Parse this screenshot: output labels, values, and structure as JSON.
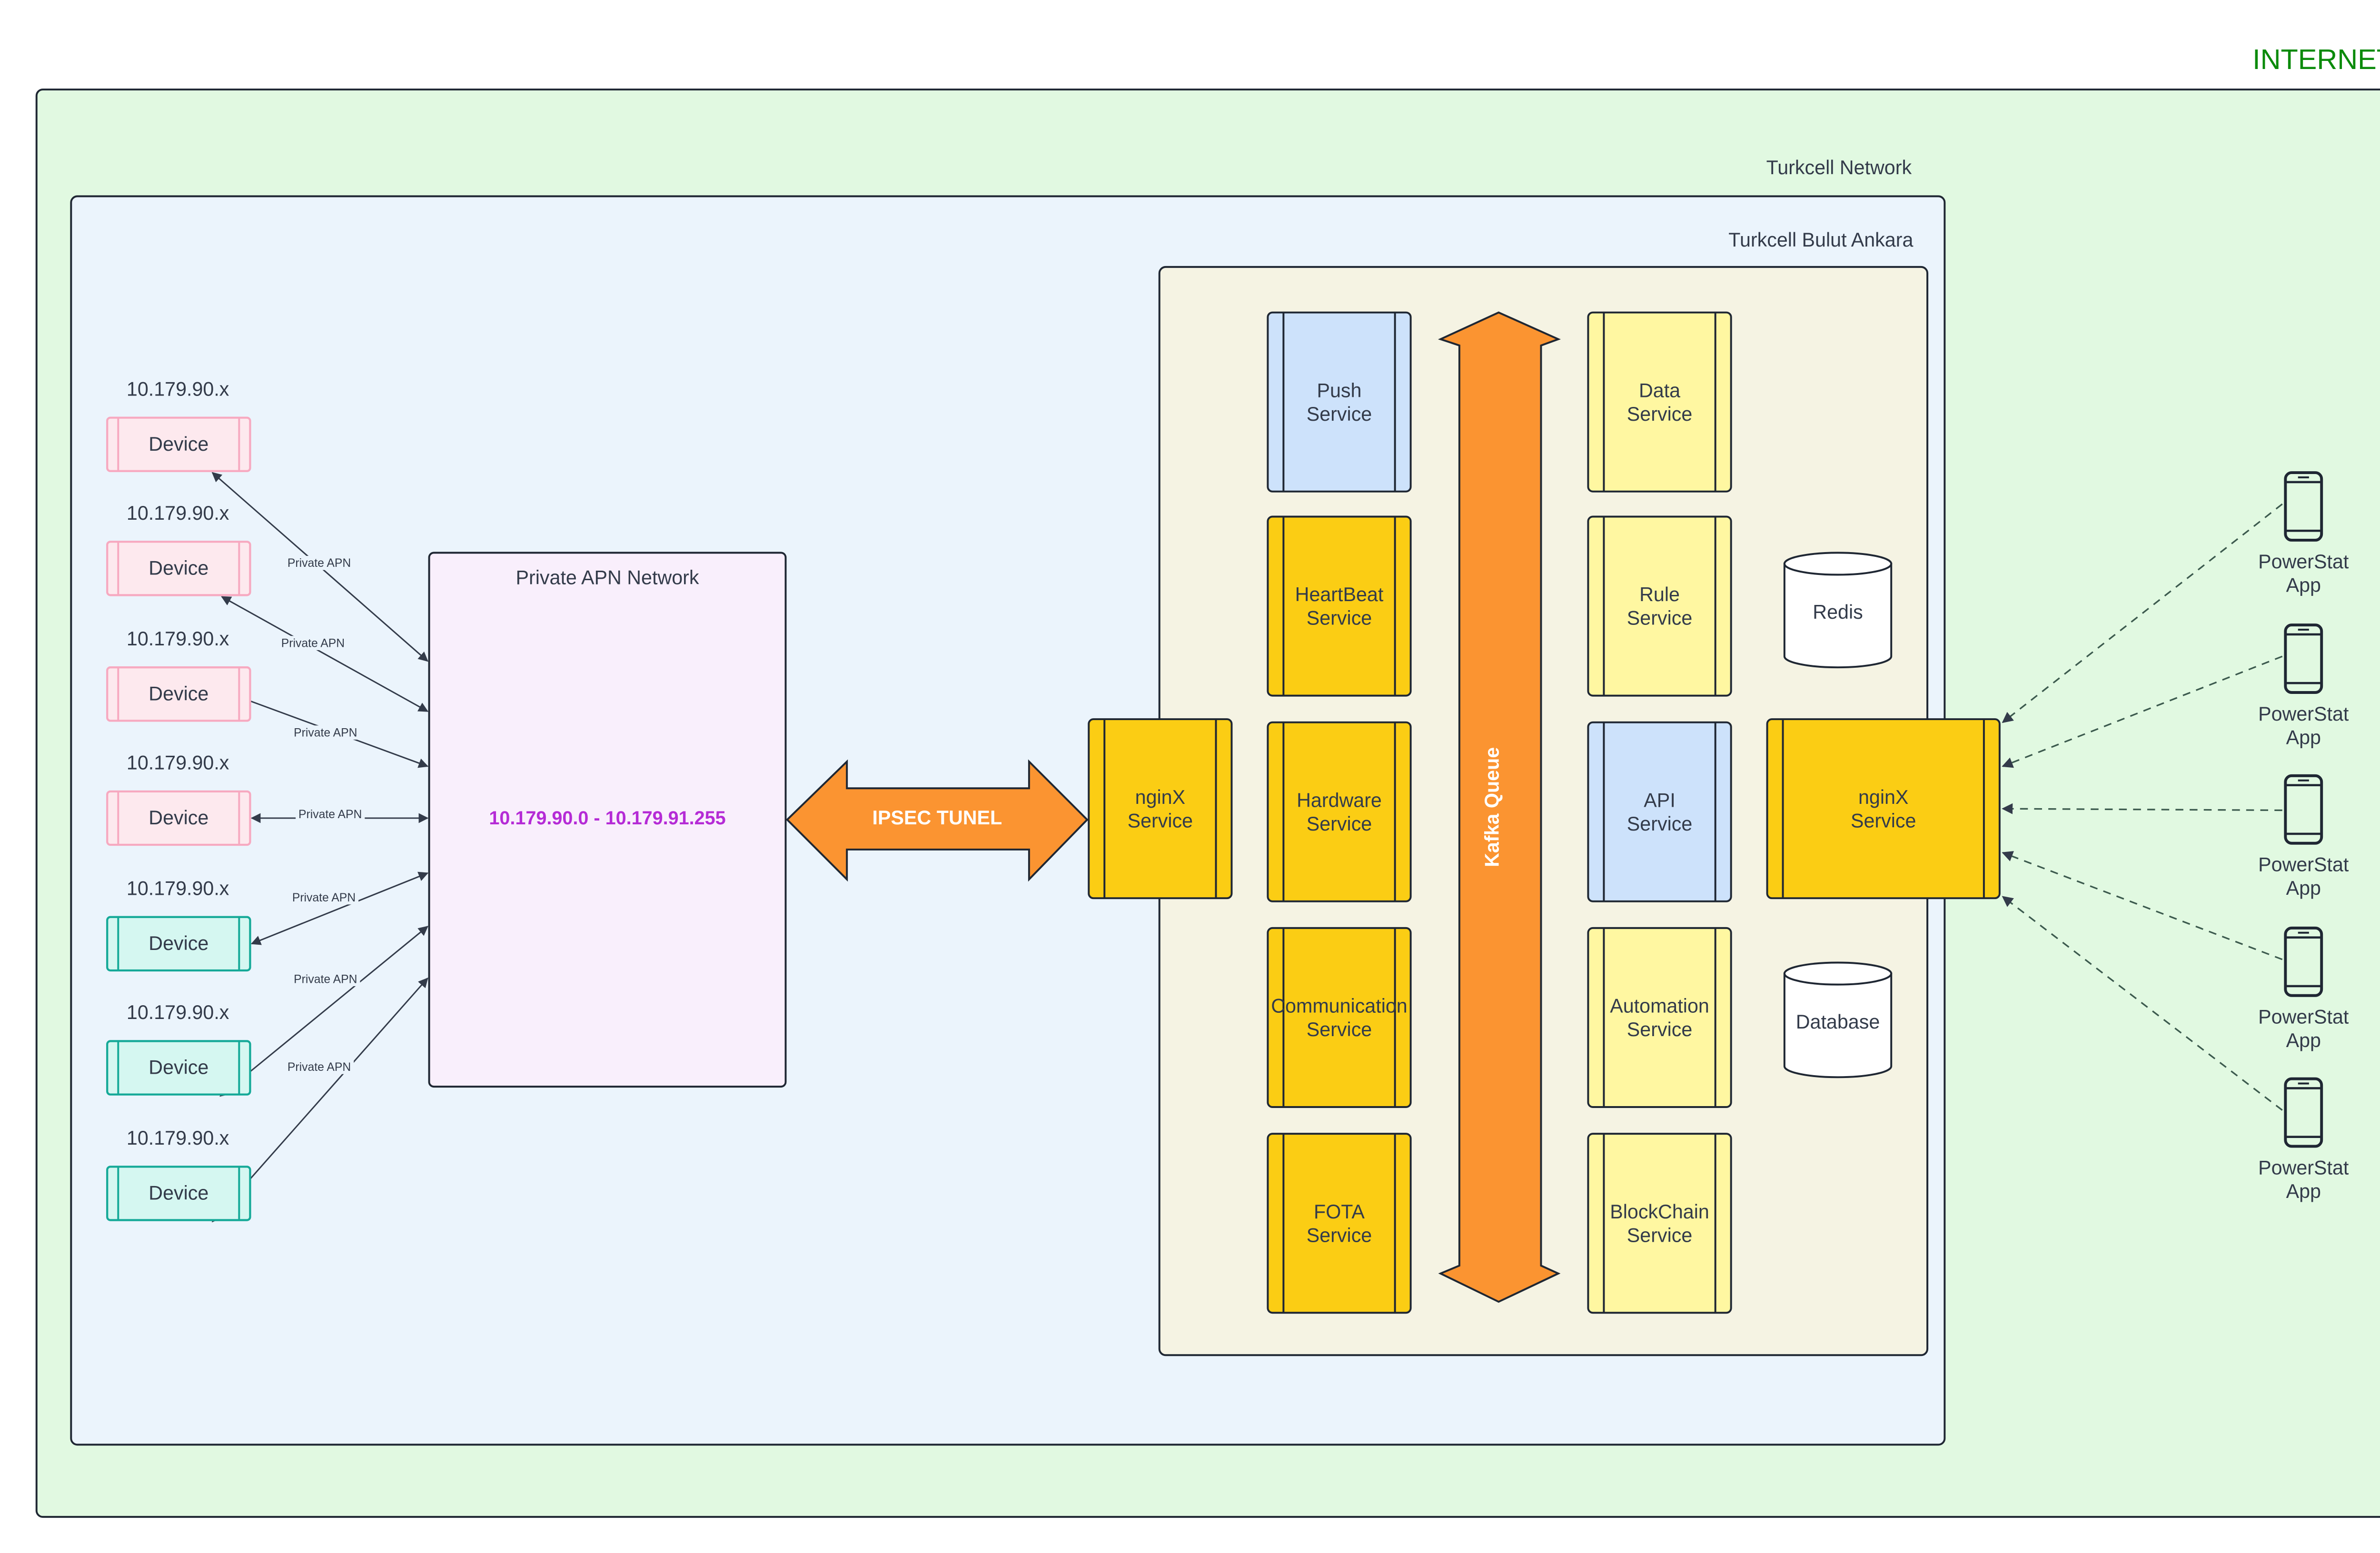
{
  "zones": {
    "internet": "INTERNET",
    "turkcell_network": "Turkcell Network",
    "turkcell_bulut": "Turkcell Bulut Ankara",
    "private_apn": "Private APN Network"
  },
  "apn_range": "10.179.90.0 - 10.179.91.255",
  "ipsec_label": "IPSEC TUNEL",
  "kafka_label": "Kafka Queue",
  "devices": [
    {
      "ip": "10.179.90.x",
      "label": "Device",
      "link": "Private APN",
      "color": "pink"
    },
    {
      "ip": "10.179.90.x",
      "label": "Device",
      "link": "Private APN",
      "color": "pink"
    },
    {
      "ip": "10.179.90.x",
      "label": "Device",
      "link": "Private APN",
      "color": "pink"
    },
    {
      "ip": "10.179.90.x",
      "label": "Device",
      "link": "Private APN",
      "color": "pink"
    },
    {
      "ip": "10.179.90.x",
      "label": "Device",
      "link": "Private APN",
      "color": "teal"
    },
    {
      "ip": "10.179.90.x",
      "label": "Device",
      "link": "Private APN",
      "color": "teal"
    },
    {
      "ip": "10.179.90.x",
      "label": "Device",
      "link": "Private APN",
      "color": "teal"
    }
  ],
  "left_services": [
    {
      "lines": [
        "Push",
        "Service"
      ],
      "color": "blue"
    },
    {
      "lines": [
        "HeartBeat",
        "Service"
      ],
      "color": "gold"
    },
    {
      "lines": [
        "Hardware",
        "Service"
      ],
      "color": "gold"
    },
    {
      "lines": [
        "Communication",
        "Service"
      ],
      "color": "gold"
    },
    {
      "lines": [
        "FOTA",
        "Service"
      ],
      "color": "gold"
    }
  ],
  "right_services": [
    {
      "lines": [
        "Data",
        "Service"
      ],
      "color": "lightyellow"
    },
    {
      "lines": [
        "Rule",
        "Service"
      ],
      "color": "lightyellow"
    },
    {
      "lines": [
        "API",
        "Service"
      ],
      "color": "blue"
    },
    {
      "lines": [
        "Automation",
        "Service"
      ],
      "color": "lightyellow"
    },
    {
      "lines": [
        "BlockChain",
        "Service"
      ],
      "color": "lightyellow"
    }
  ],
  "nginx_inner": [
    "nginX",
    "Service"
  ],
  "nginx_outer": [
    "nginX",
    "Service"
  ],
  "stores": {
    "redis": "Redis",
    "database": "Database"
  },
  "apps": [
    {
      "lines": [
        "PowerStat",
        "App"
      ]
    },
    {
      "lines": [
        "PowerStat",
        "App"
      ]
    },
    {
      "lines": [
        "PowerStat",
        "App"
      ]
    },
    {
      "lines": [
        "PowerStat",
        "App"
      ]
    },
    {
      "lines": [
        "PowerStat",
        "App"
      ]
    }
  ],
  "colors": {
    "internet_bg": "#e1f9e1",
    "internet_text": "#0a8a0a",
    "network_bg": "#ebf4fc",
    "bulut_bg": "#f5f3e3",
    "apn_bg": "#f9effc",
    "apn_range_text": "#b52bd6",
    "gold": "#fbcd14",
    "lightyellow": "#fff7a1",
    "blue": "#cde2fb",
    "orange": "#fb9431",
    "pink_fill": "#fde9ee",
    "pink_stroke": "#f7a9c0",
    "teal_fill": "#d5f7f1",
    "teal_stroke": "#15a998"
  }
}
